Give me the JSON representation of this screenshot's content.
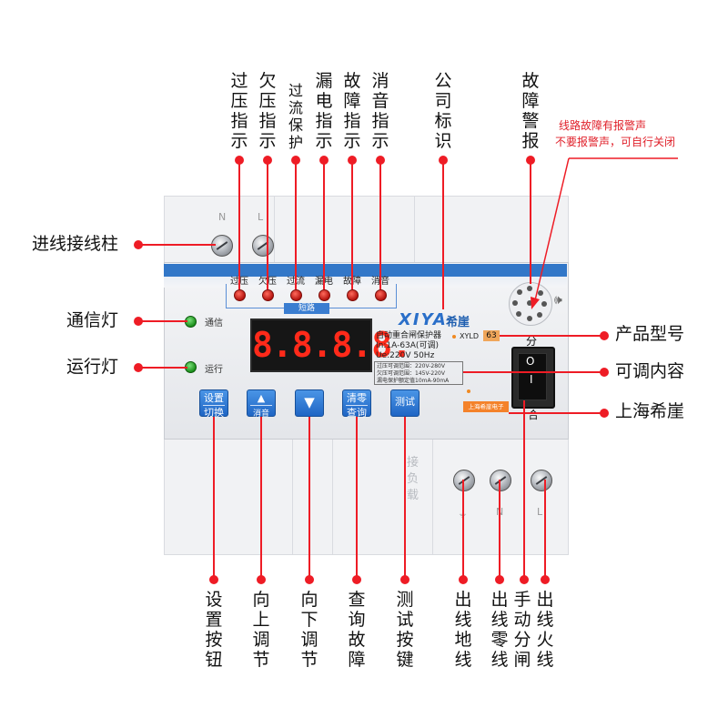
{
  "callouts_top": [
    {
      "id": "over_voltage",
      "text": "过压指示"
    },
    {
      "id": "under_voltage",
      "text": "欠压指示"
    },
    {
      "id": "over_current",
      "text": "过流保护"
    },
    {
      "id": "leakage",
      "text": "漏电指示"
    },
    {
      "id": "fault",
      "text": "故障指示"
    },
    {
      "id": "mute",
      "text": "消音指示"
    },
    {
      "id": "company_logo",
      "text": "公司标识"
    },
    {
      "id": "fault_alarm",
      "text": "故障警报"
    }
  ],
  "alarm_note": [
    "线路故障有报警声",
    "不要报警声，可自行关闭"
  ],
  "callouts_left": [
    {
      "id": "input_terminal",
      "text": "进线接线柱"
    },
    {
      "id": "comm_light",
      "text": "通信灯"
    },
    {
      "id": "run_light",
      "text": "运行灯"
    }
  ],
  "callouts_right": [
    {
      "id": "model",
      "text": "产品型号"
    },
    {
      "id": "adjustable",
      "text": "可调内容"
    },
    {
      "id": "brand",
      "text": "上海希崖"
    }
  ],
  "callouts_bottom": [
    {
      "id": "set_button",
      "text": "设置按钮"
    },
    {
      "id": "up_button",
      "text": "向上调节"
    },
    {
      "id": "down_button",
      "text": "向下调节"
    },
    {
      "id": "query_fault",
      "text": "查询故障"
    },
    {
      "id": "test_key",
      "text": "测试按键"
    },
    {
      "id": "out_ground",
      "text": "出线地线"
    },
    {
      "id": "out_neutral",
      "text": "出线零线"
    },
    {
      "id": "manual_open",
      "text": "手动分闸"
    },
    {
      "id": "out_live",
      "text": "出线火线"
    }
  ],
  "device": {
    "led_labels": [
      "过压",
      "欠压",
      "过流",
      "漏电",
      "故障",
      "消音"
    ],
    "short_circuit_label": "短路",
    "comm_label": "通信",
    "run_label": "运行",
    "display": "8.8.8.8.",
    "logo": "XIYA",
    "logo_cn": "希崖",
    "product_name": "自动重合闸保护器",
    "rating_current": "In:1A-63A(可调)",
    "rating_voltage": "Ue:220V  50Hz",
    "model_prefix": "XYLD",
    "model_number": "63",
    "spec_lines": [
      "过压可调范围：220V-280V",
      "欠压可调范围：145V-220V",
      "漏电保护额定值10mA-90mA"
    ],
    "brand_tag": "上海希崖电子",
    "switch_top": "分",
    "switch_bottom": "合",
    "switch_on_mark": "O",
    "switch_off_mark": "I",
    "terminal_in_n": "N",
    "terminal_in_l": "L",
    "terminal_out_labels": [
      "⏚",
      "N",
      "L"
    ],
    "side_text": "接负载",
    "buttons": [
      {
        "top": "设置",
        "bottom": "切换"
      },
      {
        "top": "▲",
        "bottom": "消音"
      },
      {
        "top": "▼",
        "bottom": ""
      },
      {
        "top": "清零",
        "bottom": "查询"
      },
      {
        "top": "测试",
        "bottom": ""
      }
    ]
  },
  "colors": {
    "callout_red": "#ee1c25",
    "panel_blue": "#3277c8",
    "led_red": "#d9231a",
    "led_green": "#1b8f1b",
    "display_red": "#ff2a1a"
  }
}
